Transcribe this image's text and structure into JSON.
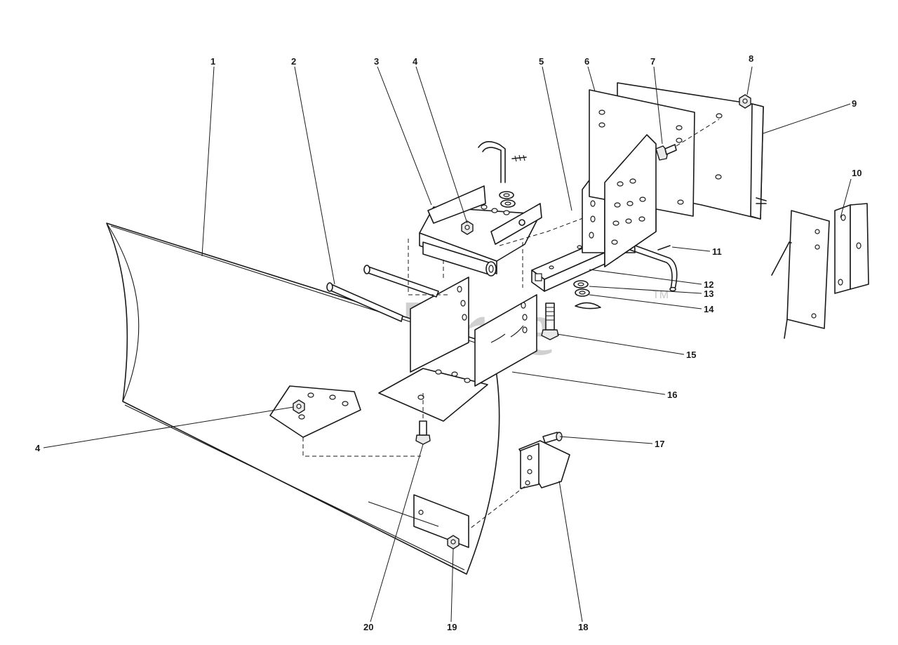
{
  "diagram": {
    "callouts": [
      "1",
      "2",
      "3",
      "4",
      "5",
      "6",
      "7",
      "8",
      "9",
      "10",
      "11",
      "12",
      "13",
      "14",
      "15",
      "16",
      "17",
      "18",
      "19",
      "20",
      "4"
    ]
  },
  "watermark": {
    "text": "PartsTree",
    "mark": "TM"
  }
}
